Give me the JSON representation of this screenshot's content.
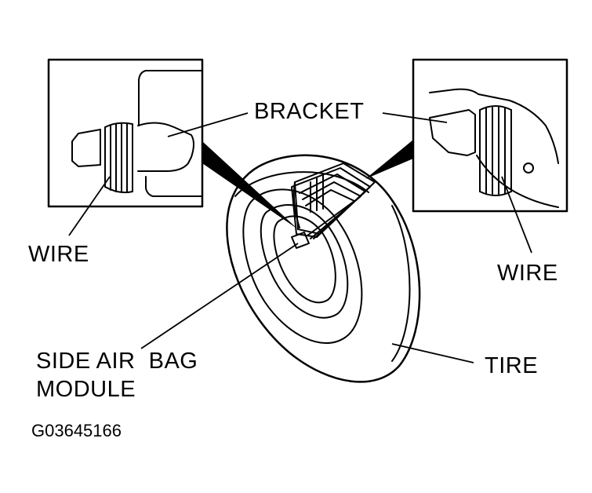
{
  "labels": {
    "bracket": "BRACKET",
    "wire_left": "WIRE",
    "wire_right": "WIRE",
    "side_air_bag_line1": "SIDE AIR  BAG",
    "side_air_bag_line2": "MODULE",
    "tire": "TIRE",
    "figure_code": "G03645166"
  },
  "colors": {
    "ink": "#000000",
    "paper": "#ffffff"
  }
}
